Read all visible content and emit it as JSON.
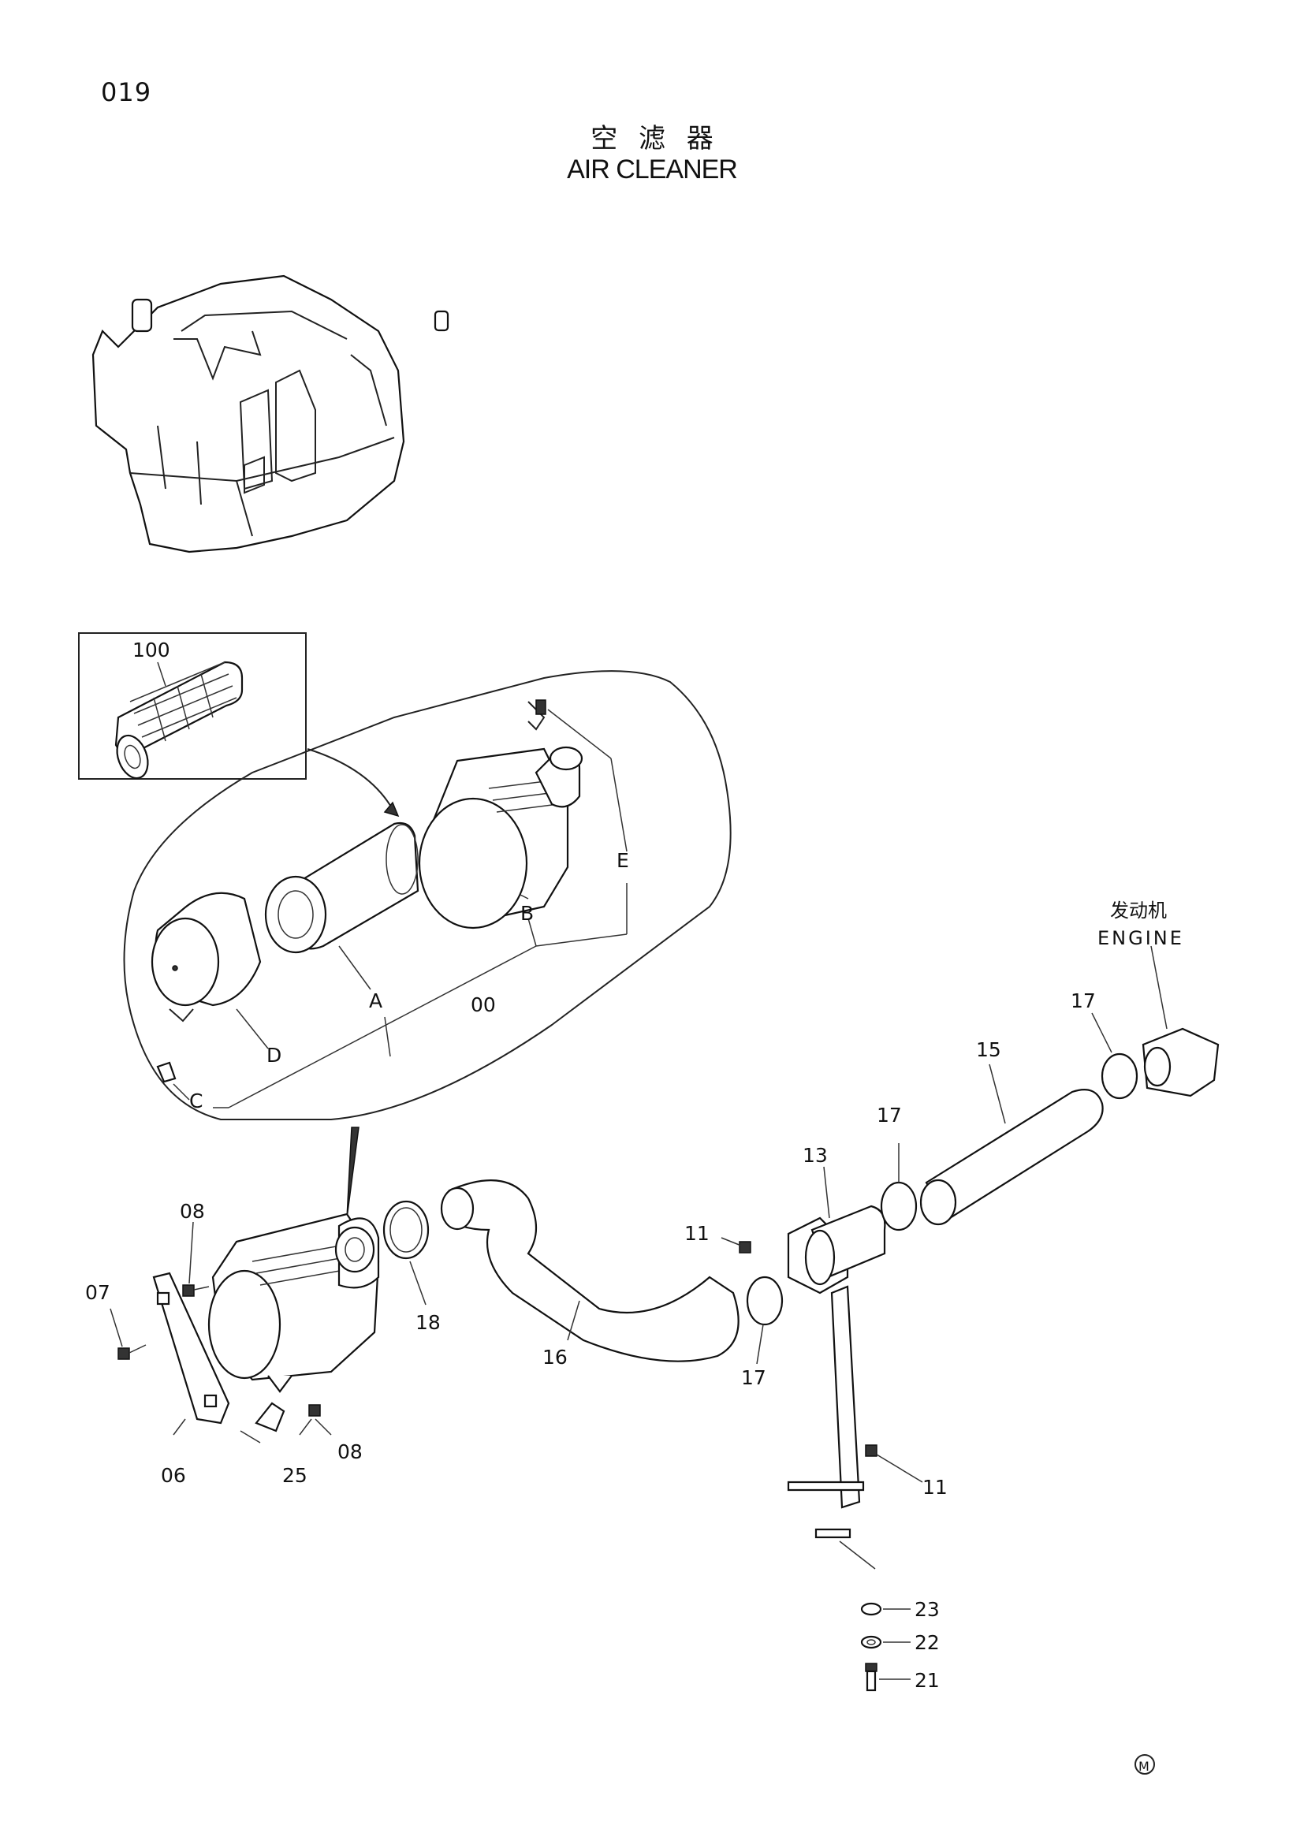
{
  "page_number": "019",
  "title_zh": "空 滤 器",
  "title_en": "AIR CLEANER",
  "engine_label_zh": "发动机",
  "engine_label_en": "ENGINE",
  "manufacturer_mark": "M",
  "callouts": {
    "p100": "100",
    "pE": "E",
    "pB": "B",
    "pA": "A",
    "p00": "00",
    "pD": "D",
    "pC": "C",
    "p08a": "08",
    "p07": "07",
    "p06": "06",
    "p25": "25",
    "p08b": "08",
    "p18": "18",
    "p16": "16",
    "p11a": "11",
    "p17a": "17",
    "p13": "13",
    "p17b": "17",
    "p15": "15",
    "p17c": "17",
    "p11b": "11",
    "p23": "23",
    "p22": "22",
    "p21": "21"
  }
}
